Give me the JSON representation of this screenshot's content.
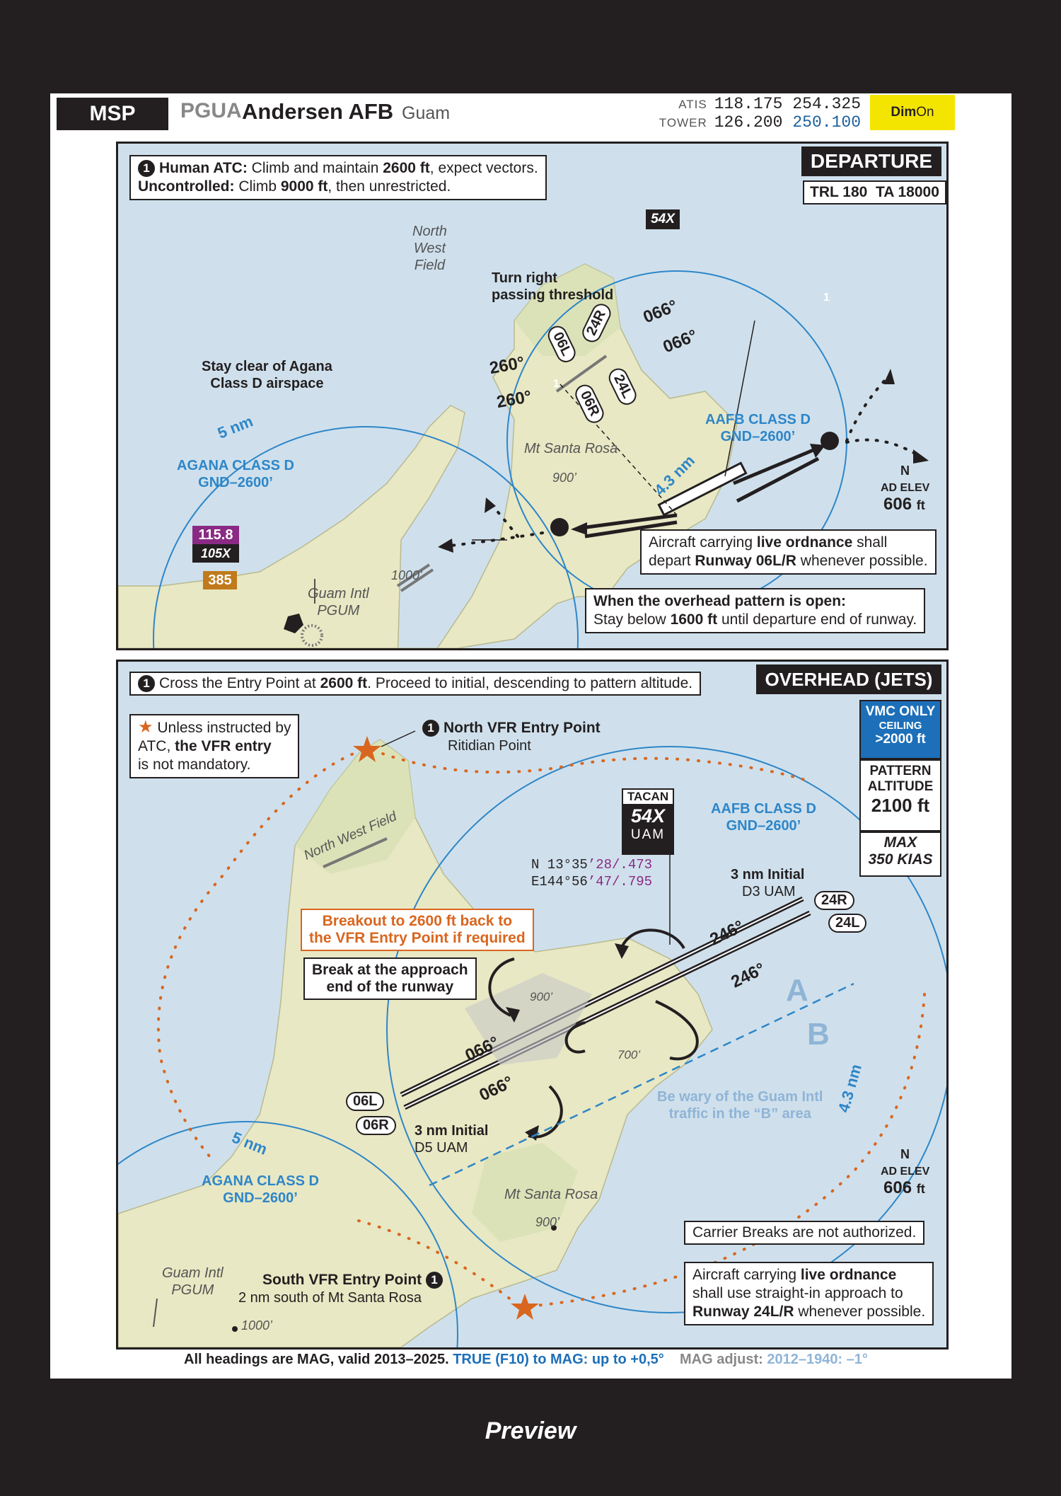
{
  "header": {
    "code": "MSP",
    "icao": "PGUA",
    "name": "Andersen AFB",
    "location": "Guam",
    "atis_label": "ATIS",
    "atis_freq1": "118.175",
    "atis_freq2": "254.325",
    "tower_label": "TOWER",
    "tower_freq1": "126.200",
    "tower_freq2": "250.100",
    "dim": "Dim",
    "on": "On"
  },
  "departure": {
    "title": "DEPARTURE",
    "trl": "TRL 180",
    "ta": "TA 18000",
    "note_num": "1",
    "note_human_label": "Human ATC:",
    "note_human_a": " Climb and maintain ",
    "note_human_alt": "2600 ft",
    "note_human_b": ", expect vectors.",
    "note_unc_label": "Uncontrolled:",
    "note_unc_a": " Climb ",
    "note_unc_alt": "9000 ft",
    "note_unc_b": ", then unrestricted.",
    "tacan_tag": "54X",
    "north_west_field": [
      "North",
      "West",
      "Field"
    ],
    "turn_right": [
      "Turn right",
      "passing threshold"
    ],
    "stay_clear": [
      "Stay clear of Agana",
      "Class D airspace"
    ],
    "hdg_066": "066°",
    "hdg_260": "260°",
    "rwy_06l": "06L",
    "rwy_06r": "06R",
    "rwy_24r": "24R",
    "rwy_24l": "24L",
    "wp_num": "1",
    "mt_santa_rosa": "Mt Santa Rosa",
    "elev_900": "900’",
    "elev_1000": "1000’",
    "aafb_class_d": [
      "AAFB CLASS D",
      "GND–2600’"
    ],
    "agana_class_d": [
      "AGANA CLASS D",
      "GND–2600’"
    ],
    "dist_5nm": "5 nm",
    "dist_43nm": "4.3 nm",
    "guam_intl": [
      "Guam Intl",
      "PGUM"
    ],
    "vor_freq": "115.8",
    "vor_tacan": "105X",
    "ndb_freq": "385",
    "north": "N",
    "ad_elev_label": "AD ELEV",
    "ad_elev_value": "606",
    "ad_elev_unit": "ft",
    "ordnance_a": "Aircraft carrying ",
    "ordnance_b": "live ordnance",
    "ordnance_c": " shall",
    "ordnance_d": "depart ",
    "ordnance_e": "Runway 06L/R",
    "ordnance_f": " whenever possible.",
    "pattern_open_label": "When the overhead pattern is open:",
    "pattern_open_a": "Stay below ",
    "pattern_open_alt": "1600 ft",
    "pattern_open_b": " until departure end of runway."
  },
  "overhead": {
    "title": "OVERHEAD (JETS)",
    "vmc_only": "VMC ONLY",
    "ceiling": "CEILING",
    "ceiling_value": ">2000 ft",
    "pattern_altitude": [
      "PATTERN",
      "ALTITUDE"
    ],
    "pattern_alt_value": "2100 ft",
    "max": "MAX",
    "max_speed": "350 KIAS",
    "note_num": "1",
    "note_a": "Cross the Entry Point at ",
    "note_alt": "2600 ft",
    "note_b": ". Proceed to initial, descending to pattern altitude.",
    "vfr_note": [
      "Unless instructed by",
      "ATC, ",
      "the VFR entry",
      "is not mandatory."
    ],
    "north_entry": "North VFR Entry Point",
    "north_entry_sub": "Ritidian Point",
    "south_entry": "South VFR Entry Point",
    "south_entry_sub": "2 nm south of Mt Santa Rosa",
    "north_west_field": "North West Field",
    "tacan_label": "TACAN",
    "tacan_ch": "54X",
    "tacan_ident": "UAM",
    "coord_n": "N  13°35",
    "coord_n_tail": "’28/.473",
    "coord_e": "E144°56",
    "coord_e_tail": "’47/.795",
    "aafb_class_d": [
      "AAFB CLASS D",
      "GND–2600’"
    ],
    "agana_class_d": [
      "AGANA CLASS D",
      "GND–2600’"
    ],
    "breakout": [
      "Breakout to 2600 ft back to",
      "the VFR Entry Point if required"
    ],
    "break_at": [
      "Break at the approach",
      "end of the runway"
    ],
    "initial_3nm_e": "3 nm Initial",
    "initial_3nm_e_sub": "D3 UAM",
    "initial_3nm_w": "3 nm Initial",
    "initial_3nm_w_sub": "D5 UAM",
    "rwy_24r": "24R",
    "rwy_24l": "24L",
    "rwy_06l": "06L",
    "rwy_06r": "06R",
    "hdg_246": "246°",
    "hdg_066": "066°",
    "elev_900": "900’",
    "elev_700": "700’",
    "elev_1000": "1000’",
    "area_a": "A",
    "area_b": "B",
    "be_wary": [
      "Be wary of the Guam Intl",
      "traffic in the “B” area"
    ],
    "dist_5nm": "5 nm",
    "dist_43nm": "4.3 nm",
    "mt_santa_rosa": "Mt Santa Rosa",
    "guam_intl": [
      "Guam Intl",
      "PGUM"
    ],
    "north": "N",
    "ad_elev_label": "AD ELEV",
    "ad_elev_value": "606",
    "ad_elev_unit": "ft",
    "carrier": "Carrier Breaks are not authorized.",
    "ordnance": [
      "Aircraft carrying ",
      "live ordnance",
      "shall use straight-in approach to",
      "Runway 24L/R",
      " whenever possible."
    ]
  },
  "footer": {
    "a": "All headings are MAG, valid 2013–2025. ",
    "b": "TRUE (F10) to MAG: up to +0,5°",
    "c": "MAG adjust: ",
    "d": "2012–1940: –1°"
  },
  "preview": "Preview",
  "colors": {
    "water": "#cfe0ec",
    "land": "#e8e8c4",
    "airspace": "#2e86c8",
    "orange": "#d9661f",
    "tacan_purple": "#8a2a84",
    "yellow": "#f4e500"
  }
}
